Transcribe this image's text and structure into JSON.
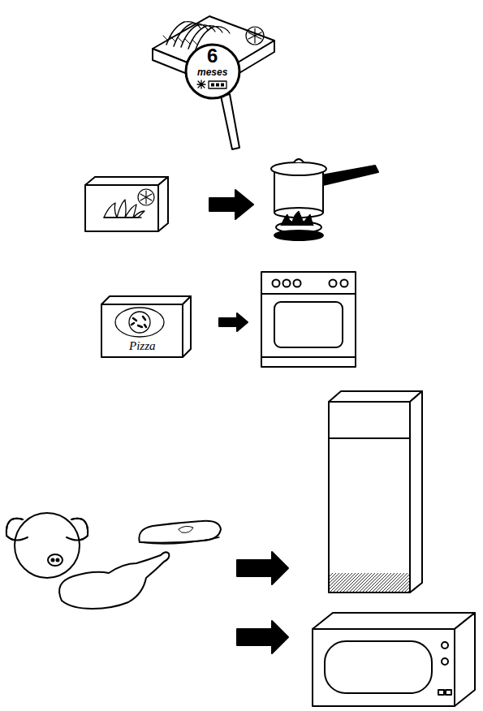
{
  "diagram": {
    "labels": [
      "6",
      "meses",
      "Pizza"
    ]
  }
}
